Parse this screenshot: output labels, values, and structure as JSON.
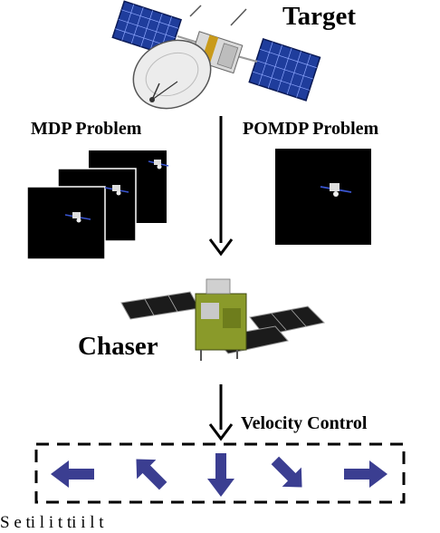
{
  "labels": {
    "target": "Target",
    "mdp_problem": "MDP Problem",
    "pomdp_problem": "POMDP Problem",
    "chaser": "Chaser",
    "velocity_control": "Velocity Control",
    "caption_fragment": "S                    e              ti      l  i  t    ti      i    l t"
  },
  "colors": {
    "arrow_fill": "#3b3e91",
    "frame_bg": "#000000",
    "solar_panel": "#1f3d9c",
    "dish": "#e8e8e8",
    "chaser_body": "#8a9a2a"
  },
  "velocity_arrows": [
    "left-arrow-icon",
    "down-left-arrow-icon",
    "down-arrow-icon",
    "down-right-arrow-icon",
    "right-arrow-icon"
  ]
}
